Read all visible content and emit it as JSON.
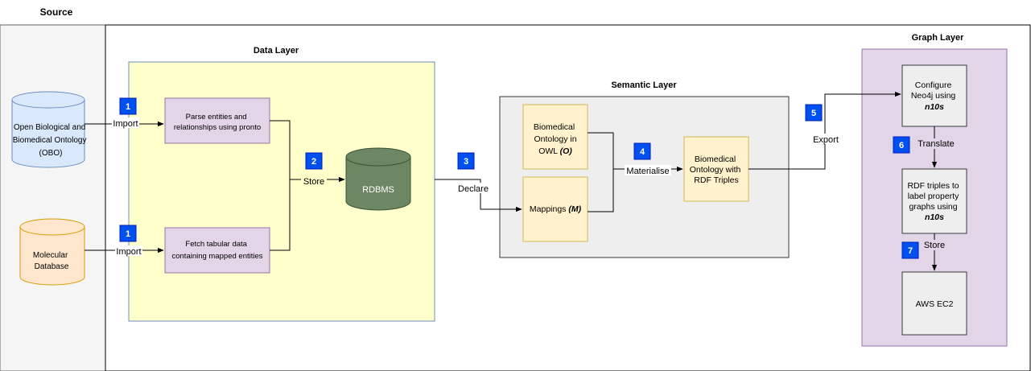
{
  "source_panel": {
    "title": "Source"
  },
  "data_layer": {
    "title": "Data Layer"
  },
  "semantic_layer": {
    "title": "Semantic Layer"
  },
  "graph_layer": {
    "title": "Graph Layer"
  },
  "nodes": {
    "obo_db": {
      "lines": [
        "Open Biological and",
        "Biomedical Ontology",
        "(OBO)"
      ]
    },
    "molecular_db": {
      "lines": [
        "Molecular",
        "Database"
      ]
    },
    "parse": {
      "lines": [
        "Parse entities and",
        "relationships using pronto"
      ]
    },
    "fetch": {
      "lines": [
        "Fetch tabular data",
        "containing mapped entities"
      ]
    },
    "rdbms": {
      "label": "RDBMS"
    },
    "owl": {
      "line1": "Biomedical",
      "line2": "Ontology in",
      "line3_plain": "OWL ",
      "line3_italic": "(O)"
    },
    "mappings": {
      "plain": "Mappings ",
      "italic": "(M)"
    },
    "rdf_onto": {
      "lines": [
        "Biomedical",
        "Ontology with",
        "RDF Triples"
      ]
    },
    "configure": {
      "line1": "Configure",
      "line2": "Neo4j using",
      "line3_bold": "n10s"
    },
    "rdf_lpg": {
      "line1": "RDF triples to",
      "line2": "label property",
      "line3": "graphs using",
      "line4_bold": "n10s"
    },
    "aws": {
      "label": "AWS EC2"
    }
  },
  "edges": {
    "import_obo": "Import",
    "import_mol": "Import",
    "store_rdbms": "Store",
    "declare": "Declare",
    "materialise": "Materialise",
    "export": "Export",
    "translate": "Translate",
    "store_aws": "Store"
  },
  "steps": {
    "s1a": "1",
    "s1b": "1",
    "s2": "2",
    "s3": "3",
    "s4": "4",
    "s5": "5",
    "s6": "6",
    "s7": "7"
  },
  "colors": {
    "step_badge": "#0050ef",
    "data_layer_fill": "#ffffcc",
    "data_layer_stroke": "#6c8ebf",
    "process_fill": "#e1d5e7",
    "process_stroke": "#9673a6",
    "semantic_fill": "#eeeeee",
    "onto_fill": "#fff2cc",
    "onto_stroke": "#d6b656",
    "rdbms_fill": "#6d8764",
    "obo_fill": "#dae8fc",
    "obo_stroke": "#6c8ebf",
    "mol_fill": "#ffe6cc",
    "mol_stroke": "#d79b00",
    "source_fill": "#f5f5f5"
  }
}
